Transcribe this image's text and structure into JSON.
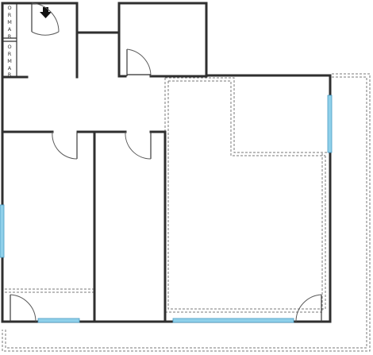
{
  "wardrobe_1": {
    "letters": [
      "O",
      "R",
      "M",
      "A",
      "R"
    ]
  },
  "wardrobe_2": {
    "letters": [
      "O",
      "R",
      "M",
      "A",
      "R"
    ]
  },
  "colors": {
    "wall": "#2f2f2f",
    "window_fill": "#8fd0ea",
    "window_edge": "#4a9cc4",
    "dashed_line": "#7a7a7a",
    "background": "#ffffff"
  },
  "icons": {
    "entrance": "down-arrow-icon"
  }
}
